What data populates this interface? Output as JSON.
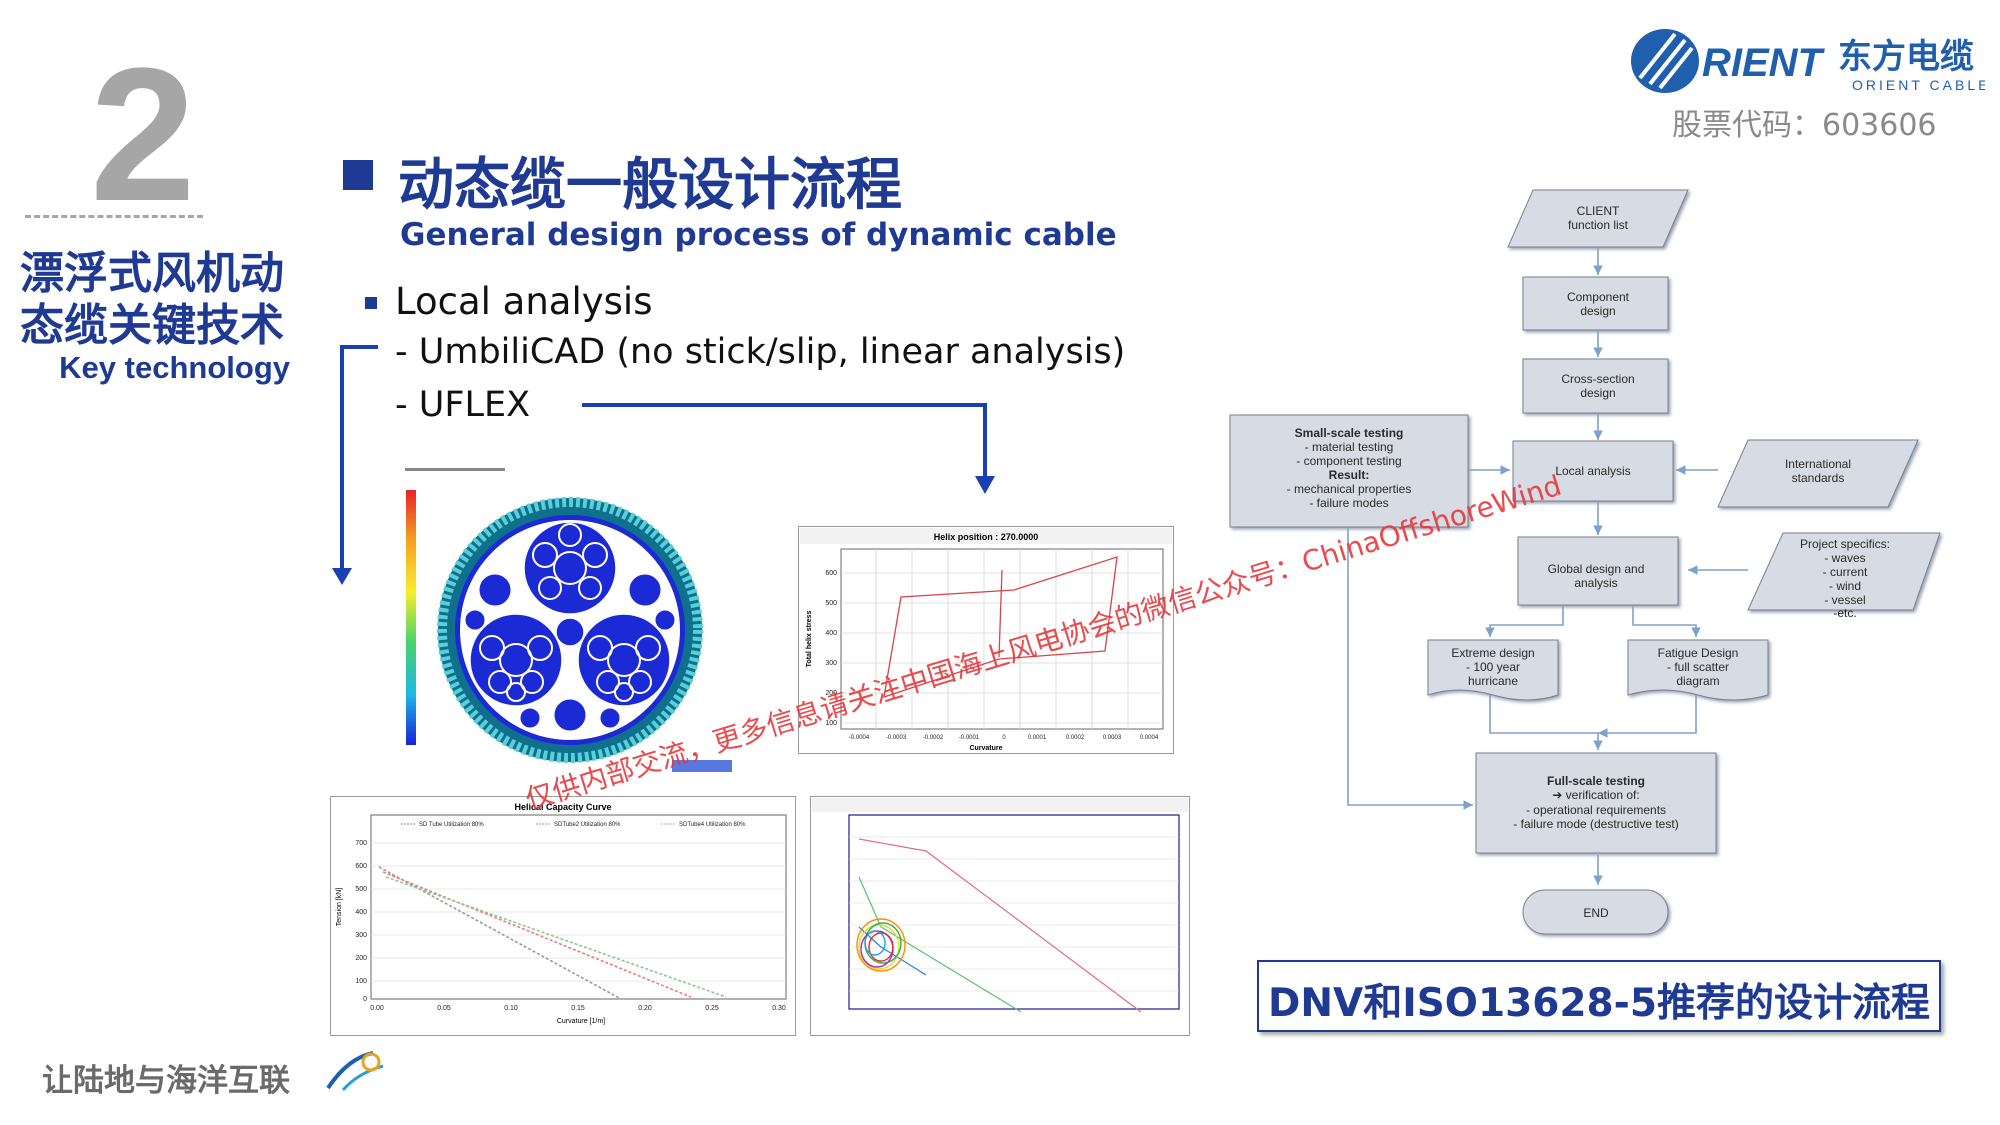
{
  "section": {
    "number": "2",
    "title_line1": "漂浮式风机动",
    "title_line2": "态缆关键技术",
    "subtitle": "Key technology"
  },
  "brand": {
    "logo_text": "RIENT",
    "logo_cn": "东方电缆",
    "logo_en": "ORIENT CABLE",
    "stock_code": "股票代码：603606"
  },
  "heading": {
    "title": "动态缆一般设计流程",
    "subtitle": "General design process of dynamic cable"
  },
  "analysis": {
    "bullet": "Local analysis",
    "items": [
      "- UmbiliCAD (no stick/slip, linear analysis)",
      "- UFLEX"
    ]
  },
  "helix_chart": {
    "title": "Helix position : 270.0000",
    "ylabel": "Total helix stress",
    "xlabel": "Curvature",
    "yticks": [
      "600",
      "500",
      "400",
      "300",
      "200",
      "100"
    ],
    "xticks": [
      "-0.0004",
      "-0.0003",
      "-0.0002",
      "-0.0001",
      "0",
      "0.0001",
      "0.0002",
      "0.0003",
      "0.0004"
    ]
  },
  "capacity_chart": {
    "title": "Helical Capacity Curve",
    "legend": [
      "SD Tube Utilization 80%",
      "SDTube2 Utilization 80%",
      "SDTube4 Utilization 80%"
    ],
    "ylabel": "Tension [kN]",
    "xlabel": "Curvature [1/m]",
    "yticks": [
      "700",
      "600",
      "500",
      "400",
      "300",
      "200",
      "100",
      "0"
    ],
    "xticks": [
      "0.00",
      "0.05",
      "0.10",
      "0.15",
      "0.20",
      "0.25",
      "0.30"
    ]
  },
  "flowchart": {
    "client": [
      "CLIENT",
      "function list"
    ],
    "component": [
      "Component",
      "design"
    ],
    "cross_section": [
      "Cross-section",
      "design"
    ],
    "local": [
      "Local analysis"
    ],
    "small_scale": [
      "Small-scale testing",
      "- material testing",
      "- component testing",
      "Result:",
      "- mechanical properties",
      "- failure modes"
    ],
    "international": [
      "International",
      "standards"
    ],
    "global": [
      "Global design and",
      "analysis"
    ],
    "project": [
      "Project specifics:",
      "- waves",
      "- current",
      "- wind",
      "- vessel",
      "-etc."
    ],
    "extreme": [
      "Extreme design",
      "- 100 year",
      "hurricane"
    ],
    "fatigue": [
      "Fatigue Design",
      "- full scatter",
      "diagram"
    ],
    "full_scale": [
      "Full-scale testing",
      "➔ verification of:",
      "- operational requirements",
      "- failure mode (destructive test)"
    ],
    "end": [
      "END"
    ]
  },
  "caption": "DNV和ISO13628-5推荐的设计流程",
  "footer": "让陆地与海洋互联",
  "watermark": "仅供内部交流，更多信息请关注中国海上风电协会的微信公众号：ChinaOffshoreWind",
  "colors": {
    "brand_blue": "#1f3a93",
    "section_gray": "#a6a6a6",
    "arrow_blue": "#1a3fb5",
    "flow_box": "#d7dbe3",
    "watermark_red": "#e8373a"
  }
}
